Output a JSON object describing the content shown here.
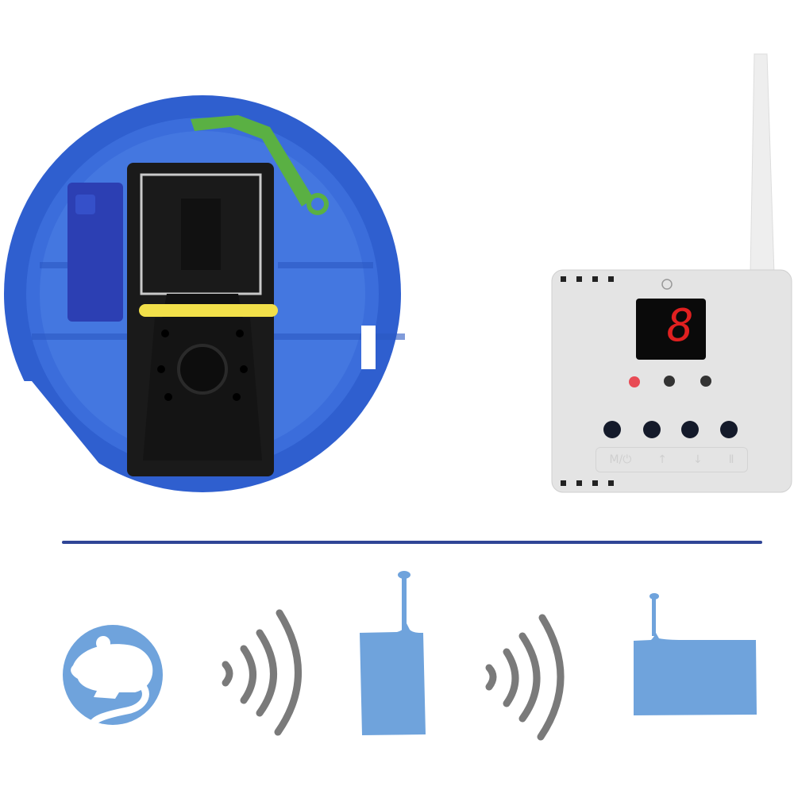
{
  "product_photo": {
    "trap": {
      "body_color": "#2f5fcf",
      "trap_color": "#1a1a1a",
      "lever_color": "#5ab043",
      "bait_bar_color": "#f2e04a"
    },
    "receiver": {
      "display_digit": "8",
      "display_color": "#e02020",
      "led_states": [
        "red",
        "off",
        "off"
      ],
      "buttons": [
        {
          "symbol": "M/⏻",
          "name": "mode"
        },
        {
          "symbol": "↑",
          "name": "up"
        },
        {
          "symbol": "↓",
          "name": "down"
        },
        {
          "symbol": "Ⅱ",
          "name": "pause"
        }
      ]
    }
  },
  "diagram": {
    "icon_color": "#6fa3dc",
    "wave_color": "#7a7a7a",
    "divider_color": "#2f4596",
    "steps": [
      {
        "icon": "mouse-icon"
      },
      {
        "icon": "wireless-signal-icon"
      },
      {
        "icon": "transmitter-icon"
      },
      {
        "icon": "wireless-signal-icon"
      },
      {
        "icon": "receiver-icon"
      }
    ]
  }
}
